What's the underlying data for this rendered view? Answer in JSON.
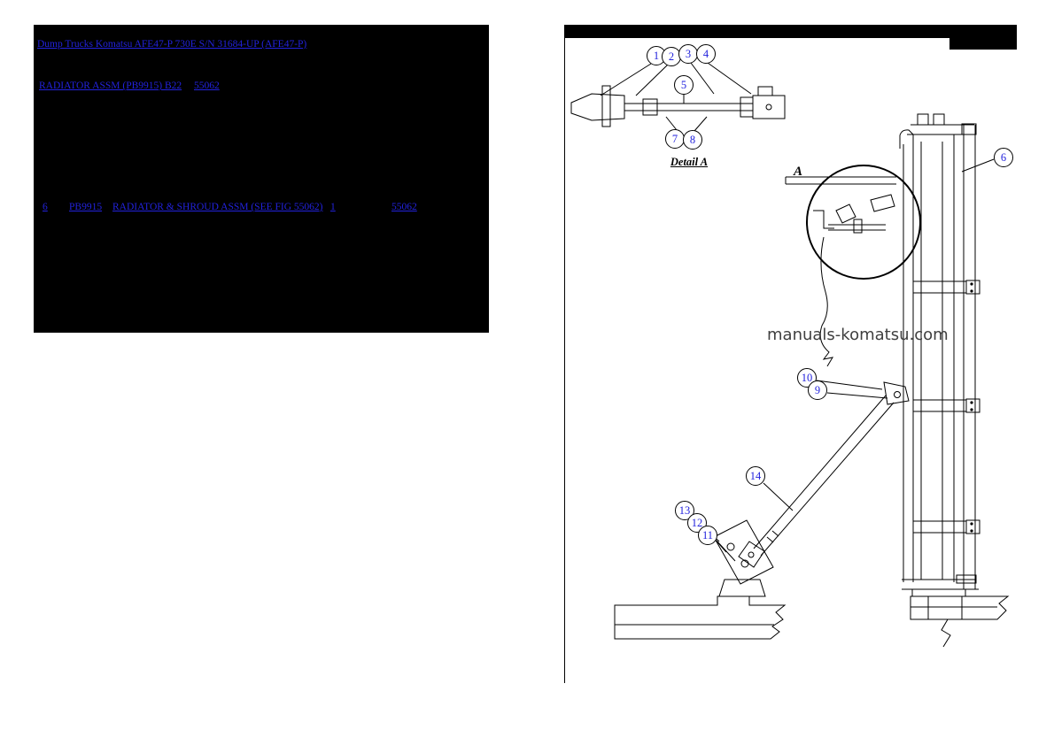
{
  "header": {
    "breadcrumb": "Dump Trucks Komatsu AFE47-P 730E  S/N 31684-UP (AFE47-P)",
    "figure_title": "RADIATOR ASSM (PB9915) B22",
    "figure_number": "55062"
  },
  "parts_row": {
    "item": "6",
    "part_number": "PB9915",
    "description": "RADIATOR & SHROUD ASSM (SEE FIG 55062)",
    "qty": "1",
    "fig": "55062"
  },
  "diagram": {
    "detail_label": "Detail A",
    "detail_circle_label": "A",
    "watermark": "manuals-komatsu.com",
    "callouts": [
      "1",
      "2",
      "3",
      "4",
      "5",
      "7",
      "8",
      "6",
      "10",
      "9",
      "14",
      "13",
      "12",
      "11"
    ]
  },
  "colors": {
    "link_blue": "#2222dd",
    "panel_background": "#000000",
    "line_art": "#000000",
    "watermark_gray": "#3f3f3f"
  }
}
